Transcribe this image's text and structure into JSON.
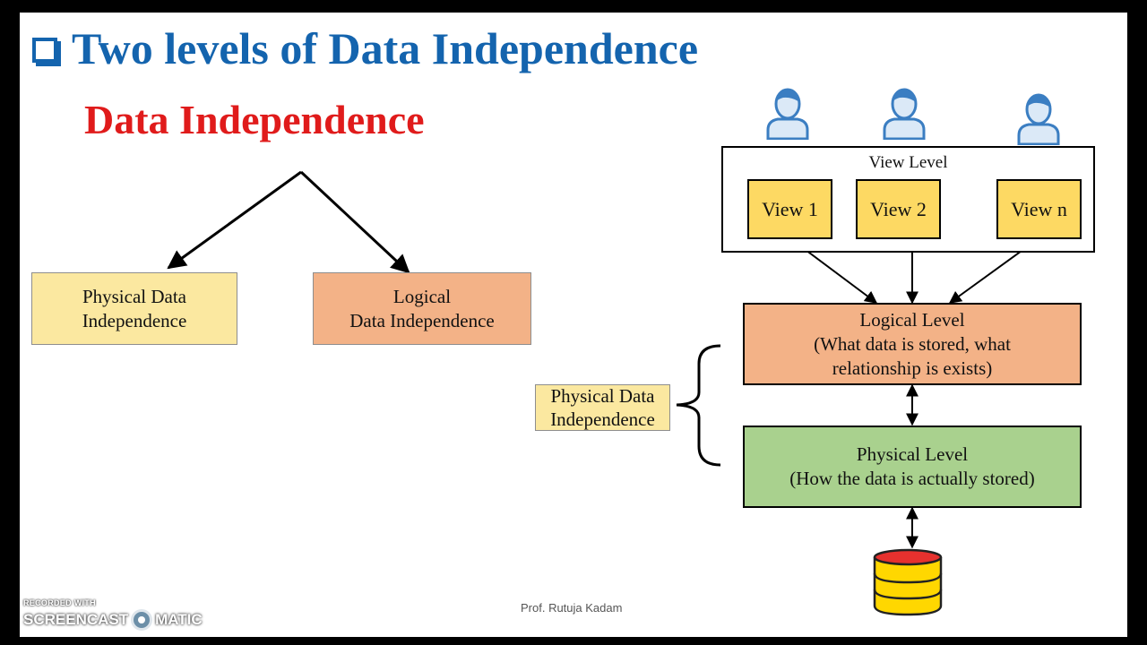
{
  "slide": {
    "title": "Two levels of Data Independence",
    "subtitle": "Data Independence",
    "footer": "Prof. Rutuja Kadam"
  },
  "tree": {
    "left_box": "Physical Data\nIndependence",
    "right_box": "Logical\nData Independence"
  },
  "architecture": {
    "view_level_label": "View Level",
    "views": [
      "View 1",
      "View 2",
      "View n"
    ],
    "logical_level": "Logical Level\n(What data is stored, what\nrelationship is exists)",
    "physical_level": "Physical Level\n(How the data is actually stored)",
    "bracket_label": "Physical Data\nIndependence",
    "user_icons": [
      "user-icon",
      "user-icon",
      "user-icon"
    ],
    "database_icon": "database-icon"
  },
  "watermark": {
    "line1": "RECORDED WITH",
    "left": "SCREENCAST",
    "right": "MATIC"
  },
  "colors": {
    "title": "#1464ae",
    "subtitle": "#e01b1b",
    "physical_box": "#fbe8a0",
    "logical_box": "#f3b287",
    "physical_level": "#a9d18e",
    "view_box": "#fdd963",
    "database_body": "#ffd700",
    "database_top": "#e6312e"
  }
}
